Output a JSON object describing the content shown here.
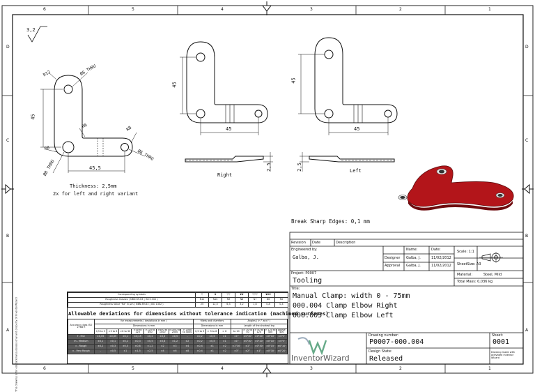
{
  "zones": {
    "cols": [
      "6",
      "5",
      "4",
      "3",
      "2",
      "1"
    ],
    "rows": [
      "D",
      "C",
      "B",
      "A"
    ]
  },
  "surface_symbol": "3,2",
  "views": {
    "left_view": {
      "r12": "R12",
      "hole_top": "Ø6 THRU",
      "r6": "R6",
      "r8_right": "R8",
      "r8_left": "R8",
      "dim_45": "45",
      "hole_left": "Ø8 THRU",
      "hole_right": "Ø6 THRU",
      "dim_455": "45,5",
      "thickness": "Thickness: 2,5mm",
      "variant_note": "2x for left and right variant"
    },
    "right_view": {
      "dim_45v": "45",
      "dim_45h": "45",
      "dim_25": "2,5",
      "label": "Right"
    },
    "left_part_view": {
      "dim_45v": "45",
      "dim_45h": "45",
      "dim_25": "2,5",
      "label": "Left"
    }
  },
  "break_edges": "Break Sharp Edges: 0,1 mm",
  "title_block": {
    "revision_label": "Revision",
    "date_label": "Date",
    "description_label": "Description",
    "engineered_label": "Engineered by:",
    "engineer": "Galba, J.",
    "name_label": "Name:",
    "date_col_label": "Date:",
    "designer_label": "Designer",
    "designer_name": "Galba, J.",
    "designer_date": "11/02/2012",
    "approval_label": "Approval",
    "approval_name": "Galba, J.",
    "approval_date": "11/02/2012",
    "scale": "Scale: 1:1",
    "sheet_size": "SheetSize: A3",
    "project_label": "Project: P0007",
    "project": "Tooling",
    "material_label": "Material:",
    "material": "Steel, Mild",
    "mass": "Total Mass: 0,036 kg",
    "title_label": "Title:",
    "title_lines": [
      "Manual Clamp: width 0 - 75mm",
      "000.004 Clamp Elbow Right",
      "000.005 Clamp Elbow Left"
    ],
    "drawing_number_label": "Drawing number:",
    "drawing_number": "P0007-000.004",
    "sheet_label": "Sheet:",
    "sheet": "0001",
    "design_state_label": "Design State:",
    "design_state": "Released",
    "logo_text": "InventorWizard",
    "logo_note": "Drawing made with activated Inventor Wizard"
  },
  "side_note": "This drawing is for educational purposes only and property of InventorWizard",
  "deviation_table": {
    "row_corr": "Corresponding symbols",
    "row_ra_class": "Roughness Classes ( NBN 89-63 | ISO 1302 )",
    "row_ra_value": "Roughness Value \"Ra\" in µm ( NBN 89-63 | ISO 1302 )",
    "symbols": [
      "N11",
      "N10",
      "N9",
      "N8",
      "N7",
      "N6",
      "N5"
    ],
    "ra_values": [
      "25",
      "12,5",
      "6,3",
      "3,2",
      "1,6",
      "0,8",
      "0,4"
    ],
    "title": "Allowable deviations for dimensions without tolerance indication (machined surfaces)",
    "for_measurements": "for measurements ( deviations in mm )",
    "fillets": "fillets and chamfers",
    "angles": "Angles ( in ° and ' )",
    "dims_in_mm": "Dimensions in mm",
    "length_label": "Length of the shortest leg",
    "accuracy": "Accuracy class ISO 2768 fl",
    "range_head": [
      "0,5 to 3",
      ">3 to 6",
      ">6 to 30",
      ">30 to 120",
      ">120 to 400",
      ">400 to 1000",
      ">1000 to 2000",
      "> 2000 to 4000"
    ],
    "fillet_head": [
      "0,5 to 3",
      "> 3 to 6",
      "> 6"
    ],
    "angle_head": [
      "to 10",
      "> 10 to 50",
      "> 50 to 120",
      "> 120 to 400",
      "Above 400"
    ],
    "rows": [
      {
        "name": "f - fine",
        "vals": [
          "±0,05",
          "±0,05",
          "±0,1",
          "±0,15",
          "±0,2",
          "±0,3",
          "±0,5",
          "-"
        ],
        "fil": [
          "±0,2",
          "±0,5",
          "±1"
        ],
        "ang": [
          "±1°",
          "±0°30'",
          "±0°20'",
          "±0°10'",
          "±0°5'"
        ]
      },
      {
        "name": "m - Medium",
        "vals": [
          "±0,1",
          "±0,1",
          "±0,2",
          "±0,3",
          "±0,5",
          "±0,8",
          "±1,2",
          "±2"
        ],
        "fil": [
          "±0,2",
          "±0,5",
          "±1"
        ],
        "ang": [
          "±1°",
          "±0°30'",
          "±0°20'",
          "±0°10'",
          "±0°5'"
        ]
      },
      {
        "name": "c - Rough",
        "vals": [
          "±0,2",
          "±0,3",
          "±0,5",
          "±0,8",
          "±1,2",
          "±2",
          "±3",
          "±4"
        ],
        "fil": [
          "±0,4",
          "±1",
          "±2"
        ],
        "ang": [
          "±1°30'",
          "±1°",
          "±0°30'",
          "±0°15'",
          "±0°10'"
        ]
      },
      {
        "name": "v - Very Rough",
        "vals": [
          "-",
          "±0,5",
          "±1",
          "±1,5",
          "±2,5",
          "±4",
          "±6",
          "±8"
        ],
        "fil": [
          "±0,4",
          "±1",
          "±2"
        ],
        "ang": [
          "±3°",
          "±2°",
          "±1°",
          "±0°30'",
          "±0°20'"
        ]
      }
    ]
  },
  "colors": {
    "part_red": "#b3151a",
    "line": "#111111",
    "hatch": "#5b5b5b"
  }
}
